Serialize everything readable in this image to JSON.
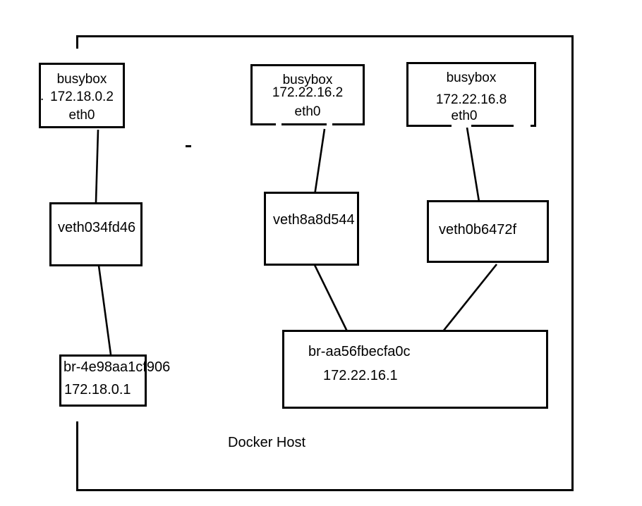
{
  "diagram": {
    "title_label": "Docker Host",
    "containers": [
      {
        "name": "busybox",
        "ip": "172.18.0.2",
        "iface": "eth0",
        "ip_prefix_mark": "."
      },
      {
        "name": "busybox",
        "ip": "172.22.16.2",
        "iface": "eth0"
      },
      {
        "name": "busybox",
        "ip": "172.22.16.8",
        "iface": "eth0"
      }
    ],
    "veths": [
      {
        "name": "veth034fd46"
      },
      {
        "name": "veth8a8d544"
      },
      {
        "name": "veth0b6472f"
      }
    ],
    "bridges": [
      {
        "name": "br-4e98aa1cf906",
        "ip": "172.18.0.1"
      },
      {
        "name": "br-aa56fbecfa0c",
        "ip": "172.22.16.1"
      }
    ],
    "connections": [
      {
        "from": "busybox 172.18.0.2 eth0",
        "to": "veth034fd46"
      },
      {
        "from": "veth034fd46",
        "to": "br-4e98aa1cf906"
      },
      {
        "from": "busybox 172.22.16.2 eth0",
        "to": "veth8a8d544"
      },
      {
        "from": "veth8a8d544",
        "to": "br-aa56fbecfa0c"
      },
      {
        "from": "busybox 172.22.16.8 eth0",
        "to": "veth0b6472f"
      },
      {
        "from": "veth0b6472f",
        "to": "br-aa56fbecfa0c"
      }
    ]
  },
  "colors": {
    "ink": "#000000",
    "background": "#ffffff"
  }
}
